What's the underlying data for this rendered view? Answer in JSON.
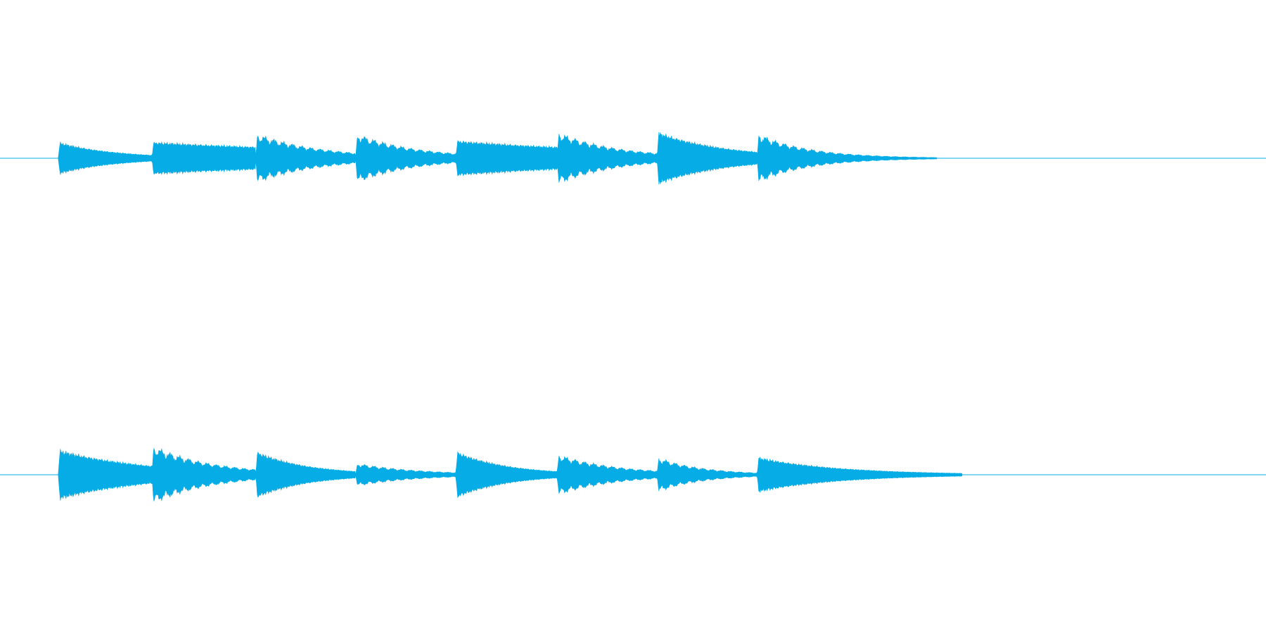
{
  "waveform": {
    "color": "#06ACE6",
    "background": "#FFFFFF",
    "channels": [
      {
        "name": "channel-1",
        "notes": [
          {
            "start": 0.046,
            "peak": 0.55,
            "decay": 3.2,
            "shape": "tone"
          },
          {
            "start": 0.12,
            "peak": 0.55,
            "decay": 0.6,
            "shape": "tone"
          },
          {
            "start": 0.202,
            "peak": 0.85,
            "decay": 2.8,
            "shape": "beat"
          },
          {
            "start": 0.281,
            "peak": 0.85,
            "decay": 3.0,
            "shape": "beat"
          },
          {
            "start": 0.36,
            "peak": 0.6,
            "decay": 0.8,
            "shape": "tone"
          },
          {
            "start": 0.44,
            "peak": 0.9,
            "decay": 3.0,
            "shape": "beat"
          },
          {
            "start": 0.519,
            "peak": 0.9,
            "decay": 2.6,
            "shape": "tone"
          },
          {
            "start": 0.598,
            "peak": 0.85,
            "decay": 3.5,
            "shape": "beat"
          }
        ],
        "tail_end": 0.74
      },
      {
        "name": "channel-2",
        "notes": [
          {
            "start": 0.046,
            "peak": 0.85,
            "decay": 2.0,
            "shape": "tone"
          },
          {
            "start": 0.12,
            "peak": 1.0,
            "decay": 3.0,
            "shape": "beat"
          },
          {
            "start": 0.202,
            "peak": 0.8,
            "decay": 3.5,
            "shape": "tone"
          },
          {
            "start": 0.281,
            "peak": 0.4,
            "decay": 3.0,
            "shape": "beat"
          },
          {
            "start": 0.36,
            "peak": 0.8,
            "decay": 3.5,
            "shape": "tone"
          },
          {
            "start": 0.44,
            "peak": 0.7,
            "decay": 3.0,
            "shape": "beat"
          },
          {
            "start": 0.519,
            "peak": 0.6,
            "decay": 4.0,
            "shape": "beat"
          },
          {
            "start": 0.598,
            "peak": 0.6,
            "decay": 2.2,
            "shape": "tone"
          }
        ],
        "tail_end": 0.76
      }
    ]
  }
}
